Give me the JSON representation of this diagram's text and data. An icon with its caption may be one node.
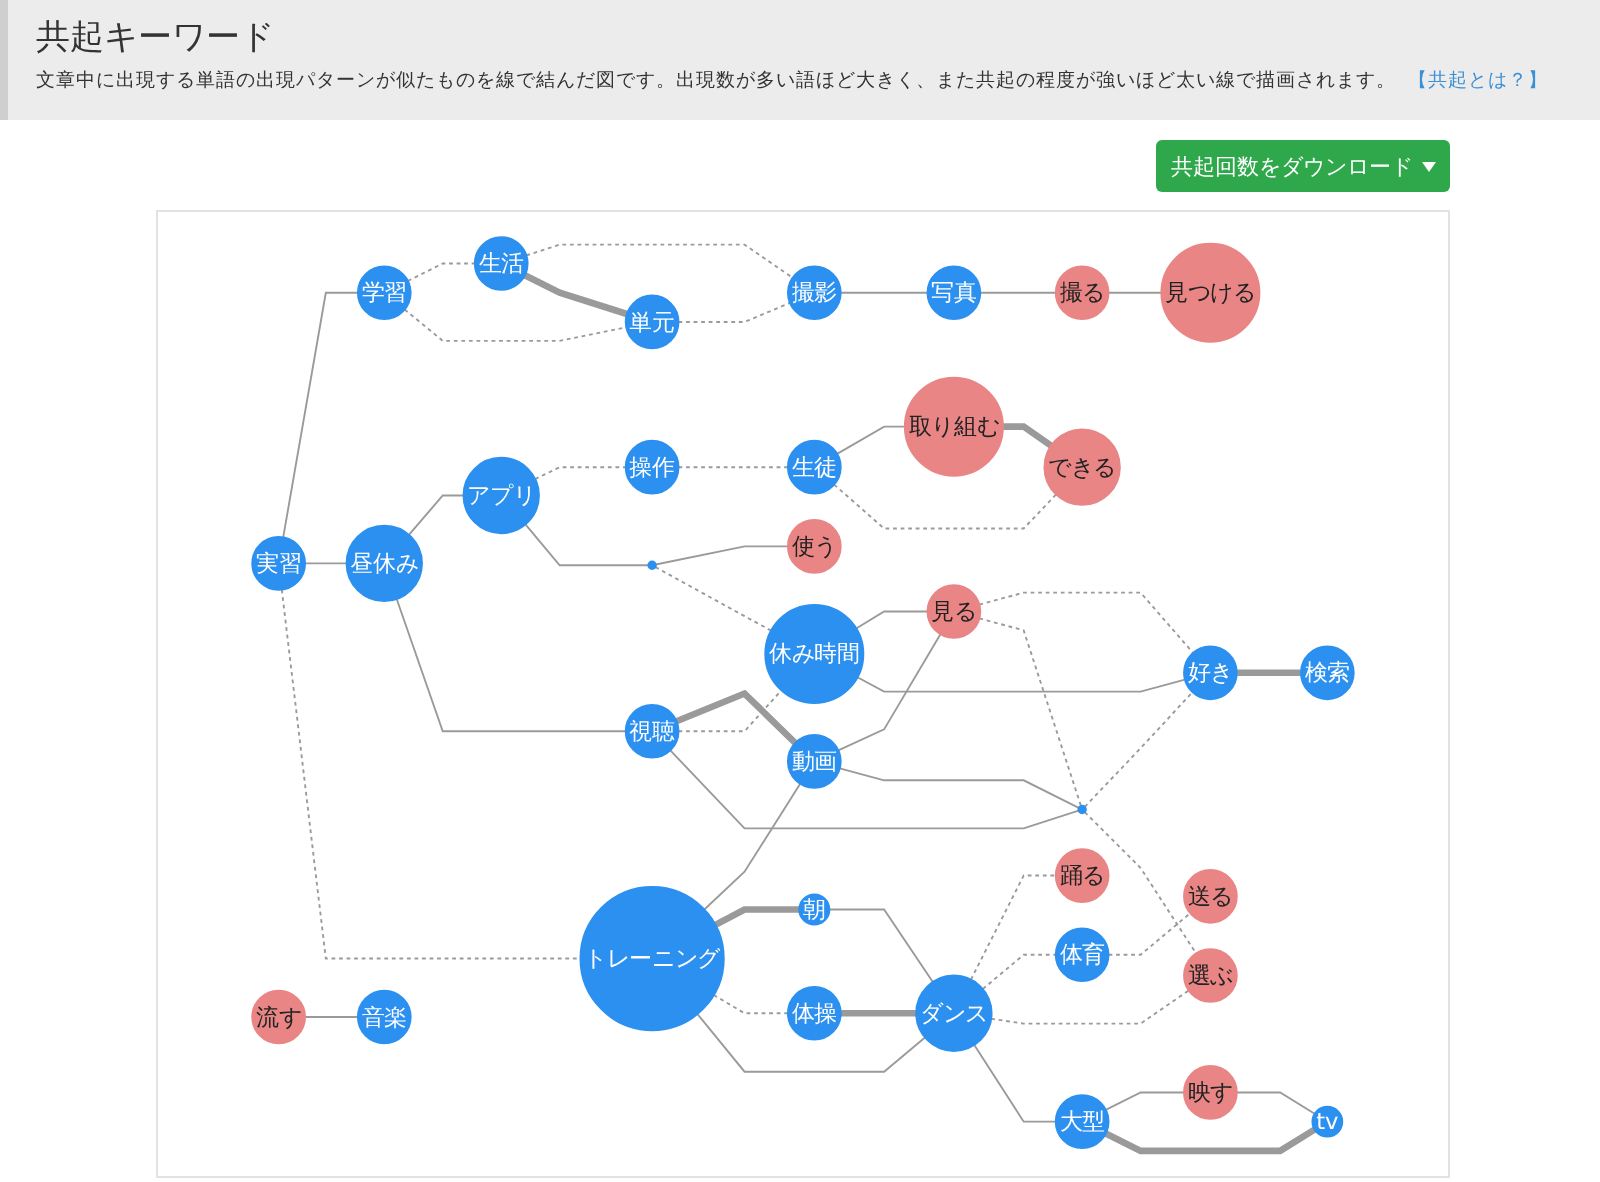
{
  "diagram": {
    "title": "共起キーワード",
    "nodes": [
      {
        "text": [
          "取り組む"
        ]
      },
      {
        "text": [
          "生徒"
        ]
      },
      {
        "text": [
          "できる"
        ]
      },
      {
        "text": [
          "操作"
        ]
      },
      {
        "text": [
          "アプリ"
        ]
      },
      {
        "text": [],
        "shape": "circle"
      },
      {
        "text": [
          "使う"
        ]
      },
      {
        "text": [
          "流す"
        ]
      },
      {
        "text": [
          "生活"
        ]
      },
      {
        "text": [
          "昼休み"
        ]
      },
      {
        "text": [
          "休み時間"
        ]
      },
      {
        "text": [
          "学習"
        ]
      },
      {
        "text": [
          "音楽"
        ]
      },
      {
        "text": [
          "見つける"
        ]
      },
      {
        "text": [
          "撮る"
        ]
      },
      {
        "text": [
          "写真"
        ]
      },
      {
        "text": [
          "撮影"
        ]
      },
      {
        "text": [
          "視聴"
        ]
      },
      {
        "text": [
          "単元"
        ]
      },
      {
        "text": [
          "実習"
        ]
      },
      {
        "text": [
          "検索"
        ]
      },
      {
        "text": [
          "好き"
        ]
      },
      {
        "text": [
          "見る"
        ]
      },
      {
        "text": [
          "動画"
        ]
      },
      {
        "text": [
          "朝"
        ]
      },
      {
        "text": [],
        "shape": "circle"
      },
      {
        "text": [
          "トレーニング"
        ]
      },
      {
        "text": [
          "体操"
        ]
      },
      {
        "text": [
          "踊る"
        ]
      },
      {
        "text": [
          "送る"
        ]
      },
      {
        "text": [
          "選ぶ"
        ]
      },
      {
        "text": [
          "ダンス"
        ]
      },
      {
        "text": [
          "体育"
        ]
      },
      {
        "text": [
          "大型"
        ]
      },
      {
        "text": [
          "映す"
        ]
      },
      {
        "text": [
          "tv"
        ]
      }
    ],
    "edges": [
      {
        "from": 1,
        "to": 0,
        "arrow": "none"
      },
      {
        "from": 0,
        "to": 2,
        "arrow": "none",
        "style": "thick"
      },
      {
        "from": 1,
        "to": 2,
        "arrow": "none",
        "style": "dashed"
      },
      {
        "from": 3,
        "to": 1,
        "arrow": "none",
        "style": "dashed"
      },
      {
        "from": 4,
        "to": 3,
        "arrow": "none",
        "style": "dashed"
      },
      {
        "from": 4,
        "to": 5,
        "arrow": "none"
      },
      {
        "from": 5,
        "to": 6,
        "arrow": "none"
      },
      {
        "from": 5,
        "to": 10,
        "arrow": "none",
        "style": "dashed"
      },
      {
        "from": 9,
        "to": 4,
        "arrow": "none"
      },
      {
        "from": 7,
        "to": 12,
        "arrow": "none"
      },
      {
        "from": 14,
        "to": 13,
        "arrow": "none"
      },
      {
        "from": 15,
        "to": 14,
        "arrow": "none"
      },
      {
        "from": 16,
        "to": 15,
        "arrow": "none"
      },
      {
        "from": 8,
        "to": 16,
        "arrow": "none",
        "style": "dashed"
      },
      {
        "from": 18,
        "to": 16,
        "arrow": "none",
        "style": "dashed"
      },
      {
        "from": 8,
        "to": 18,
        "arrow": "none",
        "style": "thick"
      },
      {
        "from": 11,
        "to": 8,
        "arrow": "none",
        "style": "dashed"
      },
      {
        "from": 11,
        "to": 18,
        "arrow": "none",
        "style": "dashed"
      },
      {
        "from": 19,
        "to": 11,
        "arrow": "none"
      },
      {
        "from": 19,
        "to": 9,
        "arrow": "none"
      },
      {
        "from": 9,
        "to": 17,
        "arrow": "none"
      },
      {
        "from": 17,
        "to": 23,
        "arrow": "none",
        "style": "thick"
      },
      {
        "from": 17,
        "to": 10,
        "arrow": "none",
        "style": "dashed"
      },
      {
        "from": 10,
        "to": 22,
        "arrow": "none"
      },
      {
        "from": 10,
        "to": 21,
        "arrow": "none"
      },
      {
        "from": 23,
        "to": 22,
        "arrow": "none"
      },
      {
        "from": 22,
        "to": 21,
        "arrow": "none",
        "style": "dashed"
      },
      {
        "from": 21,
        "to": 20,
        "arrow": "none",
        "style": "thick"
      },
      {
        "from": 22,
        "to": 25,
        "arrow": "none",
        "style": "dashed"
      },
      {
        "from": 17,
        "to": 25,
        "arrow": "none"
      },
      {
        "from": 25,
        "to": 21,
        "arrow": "none",
        "style": "dashed"
      },
      {
        "from": 23,
        "to": 25,
        "arrow": "none"
      },
      {
        "from": 26,
        "to": 23,
        "arrow": "none"
      },
      {
        "from": 19,
        "to": 26,
        "arrow": "none",
        "style": "dashed"
      },
      {
        "from": 26,
        "to": 24,
        "arrow": "none",
        "style": "thick"
      },
      {
        "from": 26,
        "to": 27,
        "arrow": "none",
        "style": "dashed"
      },
      {
        "from": 26,
        "to": 31,
        "arrow": "none"
      },
      {
        "from": 24,
        "to": 31,
        "arrow": "none"
      },
      {
        "from": 27,
        "to": 31,
        "arrow": "none",
        "style": "thick"
      },
      {
        "from": 31,
        "to": 28,
        "arrow": "none",
        "style": "dashed"
      },
      {
        "from": 32,
        "to": 29,
        "arrow": "none",
        "style": "dashed"
      },
      {
        "from": 31,
        "to": 32,
        "arrow": "none",
        "style": "dashed"
      },
      {
        "from": 31,
        "to": 30,
        "arrow": "none",
        "style": "dashed"
      },
      {
        "from": 25,
        "to": 30,
        "arrow": "none",
        "style": "dashed"
      },
      {
        "from": 31,
        "to": 33,
        "arrow": "none"
      },
      {
        "from": 33,
        "to": 34,
        "arrow": "none"
      },
      {
        "from": 33,
        "to": 35,
        "arrow": "none",
        "style": "thick"
      },
      {
        "from": 34,
        "to": 35,
        "arrow": "none"
      }
    ],
    "labels": [
      "文章中に出現する単語の出現パターンが似たものを線で結んだ図です。出現数が多い語ほど大きく、また共起の程度が強いほど太い線で描画されます。",
      "【共起とは？】",
      "共起回数をダウンロード"
    ]
  }
}
